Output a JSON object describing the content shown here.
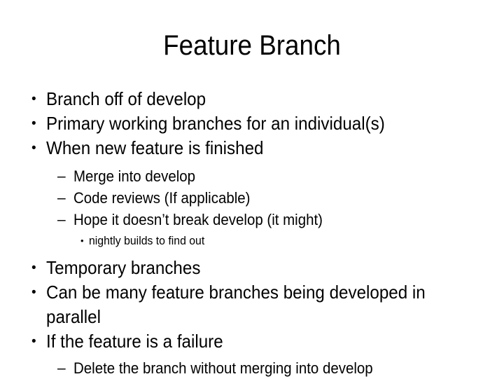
{
  "slide": {
    "title": "Feature Branch",
    "background_color": "#ffffff",
    "text_color": "#000000",
    "markers": {
      "level1": "•",
      "level2": "–",
      "level3": "•"
    },
    "bullets": [
      {
        "level": 1,
        "text": "Branch off of develop"
      },
      {
        "level": 1,
        "text": "Primary working branches for an individual(s)"
      },
      {
        "level": 1,
        "text": "When new feature is finished"
      },
      {
        "level": 2,
        "text": "Merge into develop"
      },
      {
        "level": 2,
        "text": "Code reviews (If applicable)"
      },
      {
        "level": 2,
        "text": "Hope it doesn’t break develop (it might)"
      },
      {
        "level": 3,
        "text": "nightly builds to find out"
      },
      {
        "level": 1,
        "text": "Temporary branches"
      },
      {
        "level": 1,
        "text": "Can be many feature branches being developed in parallel"
      },
      {
        "level": 1,
        "text": "If the feature is a failure"
      },
      {
        "level": 2,
        "text": "Delete the branch without merging into develop"
      }
    ]
  }
}
